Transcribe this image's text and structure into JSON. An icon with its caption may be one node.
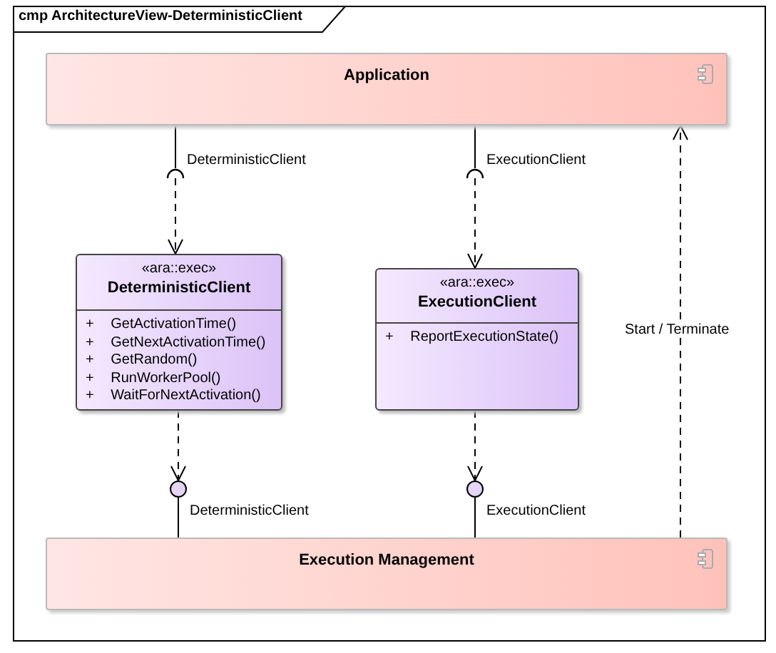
{
  "diagram": {
    "title": "cmp ArchitectureView-DeterministicClient",
    "nodes": [
      {
        "text": [
          "Application"
        ]
      },
      {
        "text": [
          "«ara::exec»",
          "DeterministicClient",
          "+ GetActivationTime()",
          "+ GetNextActivationTime()",
          "+ GetRandom()",
          "+ RunWorkerPool()",
          "+ WaitForNextActivation()"
        ]
      },
      {
        "text": [
          "«ara::exec»",
          "ExecutionClient",
          "+ ReportExecutionState()"
        ]
      },
      {
        "text": [
          "Execution Management"
        ]
      },
      {
        "text": [],
        "shape": "arc",
        "beside": [
          "DeterministicClient"
        ]
      },
      {
        "text": [],
        "shape": "arc",
        "beside": [
          "ExecutionClient"
        ]
      },
      {
        "text": [],
        "shape": "circle",
        "beside": [
          "DeterministicClient"
        ]
      },
      {
        "text": [],
        "shape": "circle",
        "beside": [
          "ExecutionClient"
        ]
      }
    ],
    "edges": [
      {
        "from": 0,
        "to": 4,
        "arrow": "none"
      },
      {
        "from": 4,
        "to": 1,
        "arrow": "to",
        "style": "dashed"
      },
      {
        "from": 0,
        "to": 5,
        "arrow": "none"
      },
      {
        "from": 5,
        "to": 2,
        "arrow": "to",
        "style": "dashed"
      },
      {
        "from": 1,
        "to": 6,
        "arrow": "to",
        "style": "dashed"
      },
      {
        "from": 6,
        "to": 3,
        "arrow": "none"
      },
      {
        "from": 2,
        "to": 7,
        "arrow": "to",
        "style": "dashed"
      },
      {
        "from": 7,
        "to": 3,
        "arrow": "none"
      },
      {
        "from": 3,
        "to": 0,
        "arrow": "to",
        "style": "dashed",
        "label": "Start / Terminate"
      }
    ]
  }
}
